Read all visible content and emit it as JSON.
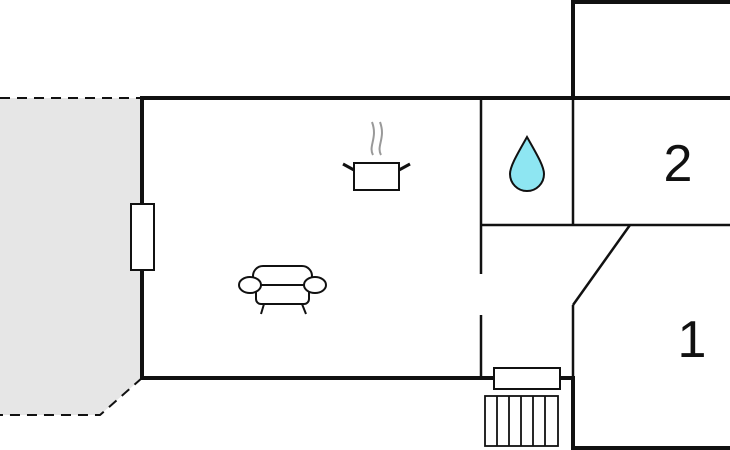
{
  "diagram": {
    "type": "floor-plan",
    "rooms": [
      {
        "id": "living-kitchen",
        "icons": [
          "cooking-pot-icon",
          "sofa-icon"
        ]
      },
      {
        "id": "bathroom",
        "icons": [
          "water-drop-icon"
        ]
      },
      {
        "id": "bedroom-2",
        "label": "2"
      },
      {
        "id": "bedroom-1",
        "label": "1"
      }
    ],
    "features": [
      "terrace",
      "window",
      "entrance-door",
      "entrance-steps"
    ],
    "colors": {
      "wall": "#111111",
      "terrace": "#e6e6e6",
      "water": "#8ee6f2",
      "steam": "#999999",
      "background": "#ffffff"
    }
  }
}
